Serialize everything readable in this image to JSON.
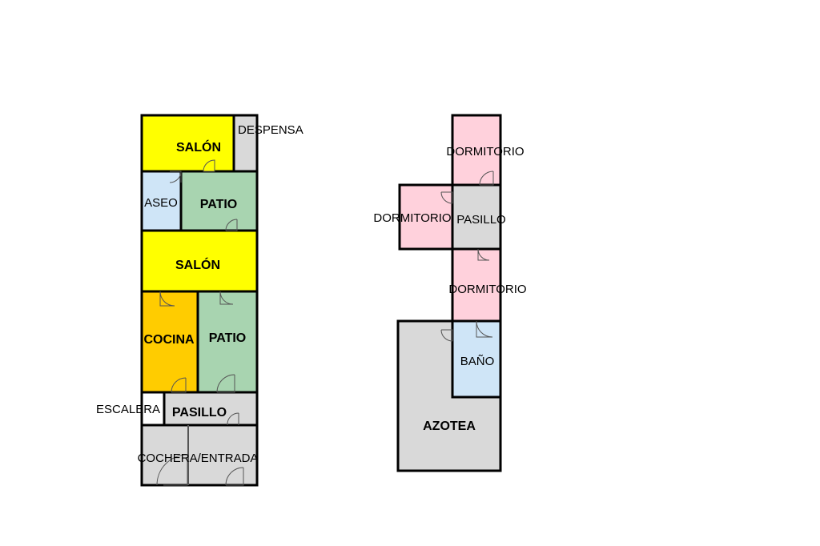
{
  "floor_plan": {
    "ground_floor": {
      "rooms": [
        {
          "id": "salon-top",
          "label": "SALÓN",
          "color": "#ffff00"
        },
        {
          "id": "despensa",
          "label": "DESPENSA",
          "color": "#d9d9d9"
        },
        {
          "id": "aseo",
          "label": "ASEO",
          "color": "#cfe5f7"
        },
        {
          "id": "patio-top",
          "label": "PATIO",
          "color": "#a8d4b0"
        },
        {
          "id": "salon-mid",
          "label": "SALÓN",
          "color": "#ffff00"
        },
        {
          "id": "cocina",
          "label": "COCINA",
          "color": "#ffcc00"
        },
        {
          "id": "patio-bottom",
          "label": "PATIO",
          "color": "#a8d4b0"
        },
        {
          "id": "escalera",
          "label": "ESCALERA",
          "color": "#ffffff"
        },
        {
          "id": "pasillo-ground",
          "label": "PASILLO",
          "color": "#d9d9d9"
        },
        {
          "id": "cochera",
          "label": "COCHERA/ENTRADA",
          "color": "#d9d9d9"
        }
      ]
    },
    "upper_floor": {
      "rooms": [
        {
          "id": "dormitorio-top",
          "label": "DORMITORIO",
          "color": "#ffd1dc"
        },
        {
          "id": "dormitorio-left",
          "label": "DORMITORIO",
          "color": "#ffd1dc"
        },
        {
          "id": "pasillo-upper",
          "label": "PASILLO",
          "color": "#d9d9d9"
        },
        {
          "id": "dormitorio-mid",
          "label": "DORMITORIO",
          "color": "#ffd1dc"
        },
        {
          "id": "azotea",
          "label": "AZOTEA",
          "color": "#d9d9d9"
        },
        {
          "id": "bano",
          "label": "BAÑO",
          "color": "#cfe5f7"
        }
      ]
    }
  }
}
